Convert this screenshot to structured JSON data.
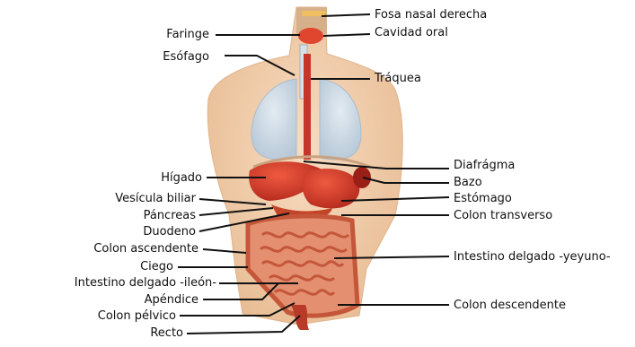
{
  "labels": {
    "fosa_nasal_derecha": "Fosa nasal derecha",
    "cavidad_oral": "Cavidad oral",
    "faringe": "Faringe",
    "esofago": "Esófago",
    "traquea": "Tráquea",
    "diafragma": "Diafrágma",
    "higado": "Hígado",
    "bazo": "Bazo",
    "vesicula_biliar": "Vesícula biliar",
    "estomago": "Estómago",
    "pancreas": "Páncreas",
    "colon_transverso": "Colon transverso",
    "duodeno": "Duodeno",
    "colon_ascendente": "Colon ascendente",
    "intestino_delgado_yeyuno": "Intestino delgado -yeyuno-",
    "ciego": "Ciego",
    "intestino_delgado_ileon": "Intestino delgado -ileón-",
    "apendice": "Apéndice",
    "colon_descendente": "Colon descendente",
    "colon_pelvico": "Colon pélvico",
    "recto": "Recto"
  },
  "colors": {
    "skin": "#f1cfae",
    "skin_shade": "#e3b48b",
    "lung": "#cfdbe6",
    "lung_edge": "#a9bccc",
    "organ_red": "#d93a2a",
    "organ_dark": "#a8231a",
    "intestine": "#e27b58",
    "intestine_dark": "#c4563a",
    "leader_line": "#111111"
  }
}
